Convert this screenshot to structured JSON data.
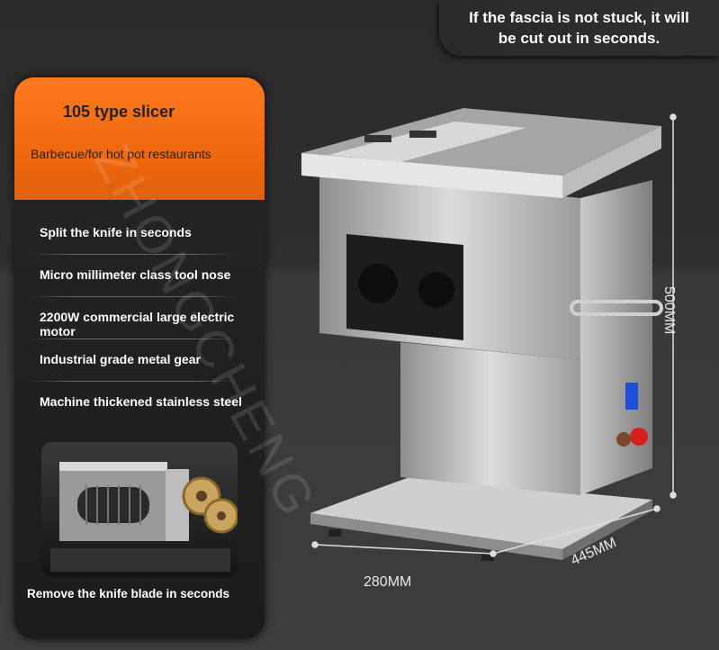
{
  "banner": {
    "line1": "If the fascia is not stuck, it will",
    "line2": "be cut out in seconds."
  },
  "panel": {
    "title": "105 type slicer",
    "subtitle": "Barbecue/for hot pot restaurants",
    "features": [
      "Split the knife in seconds",
      "Micro millimeter class tool nose",
      "2200W commercial large electric motor",
      "Industrial grade metal gear",
      "Machine thickened stainless steel"
    ],
    "caption": "Remove the knife blade in seconds"
  },
  "dimensions": {
    "height": "500MM",
    "width": "280MM",
    "depth": "445MM"
  },
  "watermark": "ZHONGCHENG",
  "colors": {
    "accent": "#f26a10",
    "background": "#2f2f2f"
  }
}
